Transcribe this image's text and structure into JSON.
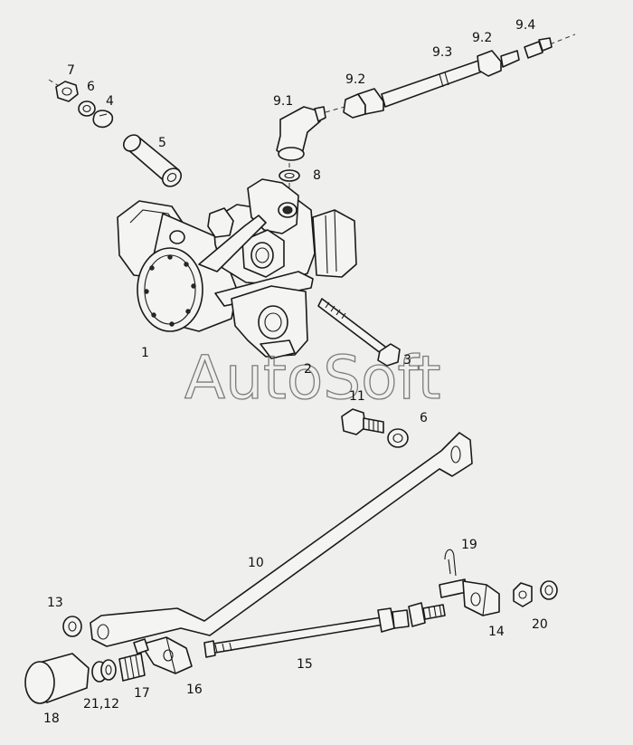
{
  "watermark": "AutoSoft",
  "callouts": [
    {
      "id": "c-7",
      "text": "7"
    },
    {
      "id": "c-6a",
      "text": "6"
    },
    {
      "id": "c-4",
      "text": "4"
    },
    {
      "id": "c-5",
      "text": "5"
    },
    {
      "id": "c-9-1",
      "text": "9.1"
    },
    {
      "id": "c-9-2a",
      "text": "9.2"
    },
    {
      "id": "c-9-3",
      "text": "9.3"
    },
    {
      "id": "c-9-2b",
      "text": "9.2"
    },
    {
      "id": "c-9-4",
      "text": "9.4"
    },
    {
      "id": "c-8",
      "text": "8"
    },
    {
      "id": "c-1",
      "text": "1"
    },
    {
      "id": "c-2",
      "text": "2"
    },
    {
      "id": "c-3",
      "text": "3"
    },
    {
      "id": "c-11",
      "text": "11"
    },
    {
      "id": "c-6b",
      "text": "6"
    },
    {
      "id": "c-10",
      "text": "10"
    },
    {
      "id": "c-19",
      "text": "19"
    },
    {
      "id": "c-13",
      "text": "13"
    },
    {
      "id": "c-14",
      "text": "14"
    },
    {
      "id": "c-20",
      "text": "20"
    },
    {
      "id": "c-15",
      "text": "15"
    },
    {
      "id": "c-16",
      "text": "16"
    },
    {
      "id": "c-17",
      "text": "17"
    },
    {
      "id": "c-21-12",
      "text": "21,12"
    },
    {
      "id": "c-18",
      "text": "18"
    }
  ]
}
